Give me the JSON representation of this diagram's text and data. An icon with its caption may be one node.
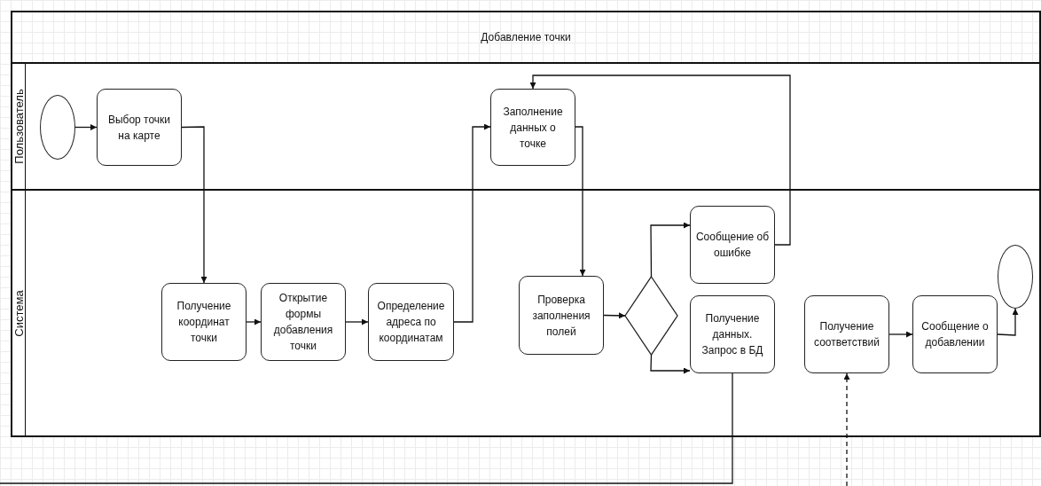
{
  "diagram": {
    "nodes": [
      {
        "text": [
          "Добавление точки"
        ]
      },
      {
        "text": [
          "Пользователь"
        ]
      },
      {
        "text": [
          "Система"
        ]
      },
      {
        "text": [],
        "shape": "circle",
        "in": 1
      },
      {
        "text": [
          "Выбор точки на карте"
        ],
        "in": 1
      },
      {
        "text": [
          "Заполнение данных о точке"
        ],
        "in": 1
      },
      {
        "text": [
          "Получение координат точки"
        ],
        "in": 2
      },
      {
        "text": [
          "Открытие формы добавления точки"
        ],
        "in": 2
      },
      {
        "text": [
          "Определение адреса по координатам"
        ],
        "in": 2
      },
      {
        "text": [
          "Проверка заполнения полей"
        ],
        "in": 2
      },
      {
        "text": [],
        "shape": "diamond",
        "in": 2
      },
      {
        "text": [
          "Сообщение об ошибке"
        ],
        "in": 2
      },
      {
        "text": [
          "Получение данных. Запрос в БД"
        ],
        "in": 2
      },
      {
        "text": [
          "Получение соответствий"
        ],
        "in": 2
      },
      {
        "text": [
          "Сообщение о добавлении"
        ],
        "in": 2
      },
      {
        "text": [],
        "shape": "circle",
        "in": 2
      }
    ],
    "edges": [
      {
        "from": 3,
        "to": 4,
        "arrow": "to"
      },
      {
        "from": 4,
        "to": 6,
        "arrow": "to"
      },
      {
        "from": 6,
        "to": 7,
        "arrow": "to"
      },
      {
        "from": 7,
        "to": 8,
        "arrow": "to"
      },
      {
        "from": 8,
        "to": 5,
        "arrow": "to"
      },
      {
        "from": 5,
        "to": 9,
        "arrow": "to"
      },
      {
        "from": 9,
        "to": 10,
        "arrow": "to"
      },
      {
        "from": 10,
        "to": 11,
        "arrow": "to"
      },
      {
        "from": 10,
        "to": 12,
        "arrow": "to"
      },
      {
        "from": 11,
        "to": 5,
        "arrow": "to"
      },
      {
        "from": 12,
        "to": null,
        "arrow": "none"
      },
      {
        "from": null,
        "to": 13,
        "arrow": "to",
        "style": "dashed"
      },
      {
        "from": 13,
        "to": 14,
        "arrow": "to"
      },
      {
        "from": 14,
        "to": 15,
        "arrow": "to"
      }
    ]
  }
}
